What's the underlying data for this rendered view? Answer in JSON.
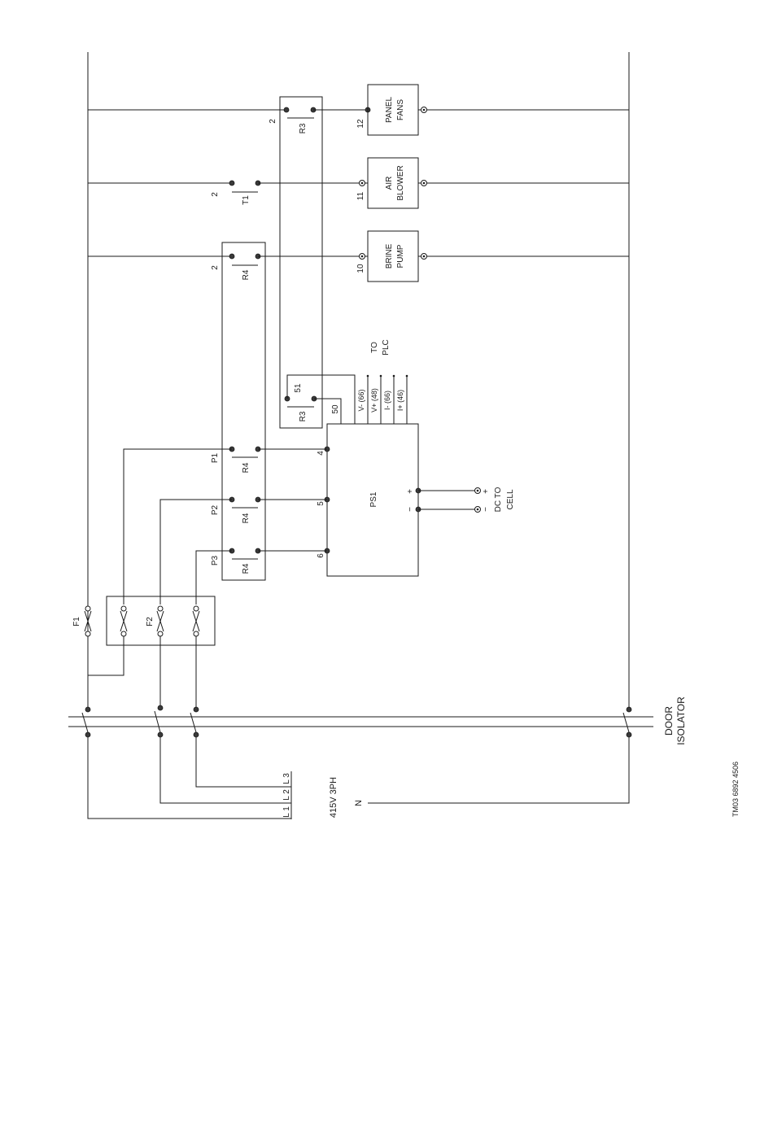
{
  "supply": {
    "phases": [
      "L 1",
      "L 2",
      "L 3"
    ],
    "voltage": "415V 3PH",
    "neutral": "N",
    "isolator_line1": "DOOR",
    "isolator_line2": "ISOLATOR"
  },
  "fuses": {
    "f1": "F1",
    "f2": "F2"
  },
  "relay_contacts": [
    {
      "ref": "P1",
      "relay": "R4",
      "terminal": "4"
    },
    {
      "ref": "P2",
      "relay": "R4",
      "terminal": "5"
    },
    {
      "ref": "P3",
      "relay": "R4",
      "terminal": "6"
    }
  ],
  "power_supply": {
    "label": "PS1",
    "plus": "+",
    "minus": "−"
  },
  "dc_output": {
    "plus": "+",
    "minus": "−",
    "line1": "DC TO",
    "line2": "CELL"
  },
  "plc": {
    "relay": "R3",
    "terminal_a": "51",
    "terminal_b": "50",
    "line1": "TO",
    "line2": "PLC",
    "signals": [
      "V-  (66)",
      "V+  (48)",
      "I-  (66)",
      "I+  (46)"
    ]
  },
  "loads": [
    {
      "wire": "2",
      "contact": "R4",
      "terminal": "10",
      "line1": "BRINE",
      "line2": "PUMP"
    },
    {
      "wire": "2",
      "contact": "T1",
      "terminal": "11",
      "line1": "AIR",
      "line2": "BLOWER"
    },
    {
      "wire": "2",
      "contact": "R3",
      "terminal": "12",
      "line1": "PANEL",
      "line2": "FANS"
    }
  ],
  "drawing_ref": "TM03 6892 4506"
}
